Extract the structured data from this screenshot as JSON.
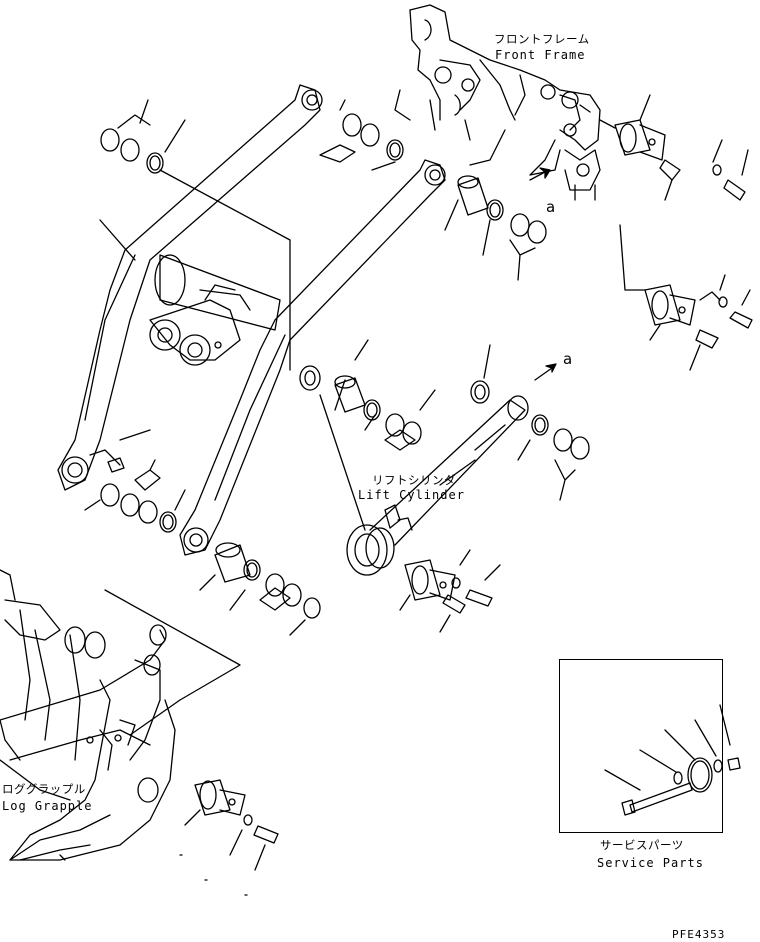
{
  "labels": {
    "front_frame_jp": "フロントフレーム",
    "front_frame_en": "Front Frame",
    "lift_cylinder_jp": "リフトシリンダ",
    "lift_cylinder_en": "Lift Cylinder",
    "log_grapple_jp": "ロググラップル",
    "log_grapple_en": "Log Grapple",
    "service_parts_jp": "サービスパーツ",
    "service_parts_en": "Service Parts",
    "marker_a": "a",
    "drawing_code": "PFE4353"
  },
  "icons": {
    "direction_arrow": "arrow-icon"
  },
  "colors": {
    "ink": "#000000",
    "paper": "#ffffff"
  }
}
